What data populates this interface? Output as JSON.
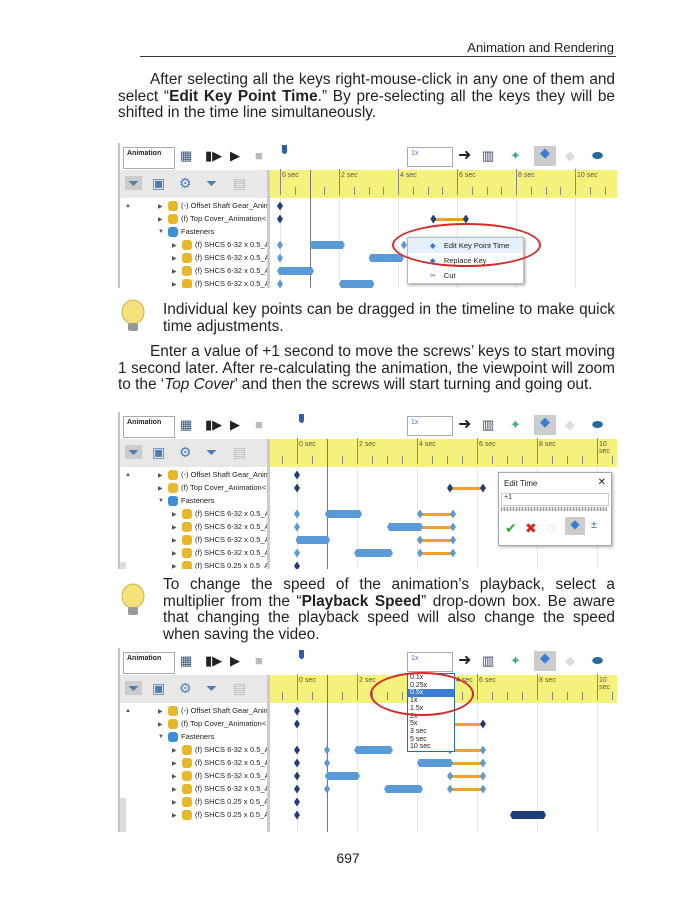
{
  "header": "Animation and Rendering",
  "para1": {
    "a": "After selecting all the keys right-mouse-click in any one of them and select “",
    "b": "Edit Key Point Time",
    "c": ".” By pre-selecting all the keys they will be shifted in the time line simultaneously."
  },
  "tip1": "Individual key points can be dragged in the timeline to make quick time adjustments.",
  "para2": {
    "a": "Enter a value of +1 second to move the screws’ keys to start moving 1 second later. After re-calculating the animation, the viewpoint will zoom to the ‘",
    "b": "Top Cover",
    "c": "’ and then the screws will start turning and going out."
  },
  "tip2": {
    "a": "To change the speed of the animation’s playback, select a multiplier from the “",
    "b": "Playback Speed",
    "c": "” drop-down box. Be aware that changing the playback speed will also change the speed when saving the video."
  },
  "page_number": "697",
  "colors": {
    "ruler": "#f4f27a",
    "key_dark": "#1f3f7a",
    "key_light": "#5a9ad6",
    "orange": "#f0a030",
    "red": "#d42a2a"
  },
  "panels": [
    {
      "mode": "Animation",
      "speed": "1x",
      "ruler": [
        "0 sec",
        "2 sec",
        "4 sec",
        "6 sec",
        "8 sec",
        "10 sec"
      ],
      "playhead": 1,
      "rows": [
        {
          "label": "(-) Offset Shaft Gear_Anima",
          "level": 1,
          "type": "part",
          "keys": [
            [
              0,
              "d"
            ]
          ],
          "blobs": [],
          "lines": []
        },
        {
          "label": "(f) Top Cover_Animation<1",
          "level": 1,
          "type": "part",
          "keys": [
            [
              0,
              "d"
            ],
            [
              5.2,
              "d"
            ],
            [
              6.3,
              "d"
            ]
          ],
          "blobs": [],
          "lines": [
            [
              5.2,
              6.3
            ]
          ]
        },
        {
          "label": "Fasteners",
          "level": 0,
          "type": "folder",
          "keys": [],
          "blobs": [],
          "lines": []
        },
        {
          "label": "(f) SHCS 6-32 x 0.5_Ani",
          "level": 2,
          "type": "part",
          "keys": [
            [
              0,
              "l"
            ],
            [
              4.2,
              "l"
            ],
            [
              5.25,
              "l"
            ]
          ],
          "blobs": [
            [
              1.0,
              2.2
            ]
          ],
          "lines": []
        },
        {
          "label": "(f) SHCS 6-32 x 0.5_Ani",
          "level": 2,
          "type": "part",
          "keys": [
            [
              0,
              "l"
            ]
          ],
          "blobs": [
            [
              3.0,
              4.2
            ]
          ],
          "lines": []
        },
        {
          "label": "(f) SHCS 6-32 x 0.5_Ani",
          "level": 2,
          "type": "part",
          "keys": [],
          "blobs": [
            [
              -0.1,
              1.15
            ]
          ],
          "lines": []
        },
        {
          "label": "(f) SHCS 6-32 x 0.5_Ani",
          "level": 2,
          "type": "part",
          "keys": [
            [
              0,
              "l"
            ]
          ],
          "blobs": [
            [
              2.0,
              3.2
            ]
          ],
          "lines": []
        }
      ],
      "context_menu": [
        "Edit Key Point Time",
        "Replace Key",
        "Cut"
      ]
    },
    {
      "mode": "Animation",
      "speed": "1x",
      "ruler": [
        "0 sec",
        "2 sec",
        "4 sec",
        "6 sec",
        "8 sec",
        "10 sec"
      ],
      "playhead": 1,
      "rows": [
        {
          "label": "(-) Offset Shaft Gear_Anima",
          "level": 1,
          "type": "part",
          "keys": [
            [
              0,
              "d"
            ]
          ],
          "blobs": [],
          "lines": []
        },
        {
          "label": "(f) Top Cover_Animation<1",
          "level": 1,
          "type": "part",
          "keys": [
            [
              0,
              "d"
            ],
            [
              5.1,
              "d"
            ],
            [
              6.2,
              "d"
            ]
          ],
          "blobs": [],
          "lines": [
            [
              5.1,
              6.2
            ]
          ]
        },
        {
          "label": "Fasteners",
          "level": 0,
          "type": "folder",
          "keys": [],
          "blobs": [],
          "lines": []
        },
        {
          "label": "(f) SHCS 6-32 x 0.5_Ani",
          "level": 2,
          "type": "part",
          "keys": [
            [
              0,
              "l"
            ],
            [
              4.1,
              "l"
            ],
            [
              5.2,
              "l"
            ]
          ],
          "blobs": [
            [
              0.93,
              2.17
            ]
          ],
          "lines": [
            [
              4.1,
              5.2
            ]
          ]
        },
        {
          "label": "(f) SHCS 6-32 x 0.5_Ani",
          "level": 2,
          "type": "part",
          "keys": [
            [
              0,
              "l"
            ],
            [
              4.1,
              "l"
            ],
            [
              5.2,
              "l"
            ]
          ],
          "blobs": [
            [
              3.0,
              4.2
            ]
          ],
          "lines": [
            [
              4.1,
              5.2
            ]
          ]
        },
        {
          "label": "(f) SHCS 6-32 x 0.5_Ani",
          "level": 2,
          "type": "part",
          "keys": [
            [
              4.1,
              "l"
            ],
            [
              5.2,
              "l"
            ]
          ],
          "blobs": [
            [
              -0.05,
              1.1
            ]
          ],
          "lines": [
            [
              4.1,
              5.2
            ]
          ]
        },
        {
          "label": "(f) SHCS 6-32 x 0.5_Ani",
          "level": 2,
          "type": "part",
          "keys": [
            [
              0,
              "l"
            ],
            [
              4.1,
              "l"
            ],
            [
              5.2,
              "l"
            ]
          ],
          "blobs": [
            [
              1.9,
              3.2
            ]
          ],
          "lines": [
            [
              4.1,
              5.2
            ]
          ]
        },
        {
          "label": "(f) SHCS 0.25 x 0.5_Ani",
          "level": 2,
          "type": "part",
          "keys": [
            [
              0,
              "d"
            ]
          ],
          "blobs": [],
          "lines": []
        }
      ],
      "edit_time": {
        "title": "Edit Time",
        "value": "+1"
      }
    },
    {
      "mode": "Animation",
      "speed": "1x",
      "ruler": [
        "0 sec",
        "2 sec",
        "4 sec",
        "6 sec",
        "8 sec",
        "10 sec"
      ],
      "playhead": 1,
      "rows": [
        {
          "label": "(-) Offset Shaft Gear_Anima",
          "level": 1,
          "type": "part",
          "keys": [
            [
              0,
              "d"
            ]
          ],
          "blobs": [],
          "lines": []
        },
        {
          "label": "(f) Top Cover_Animation<1",
          "level": 1,
          "type": "part",
          "keys": [
            [
              0,
              "d"
            ],
            [
              5.1,
              "d"
            ],
            [
              6.2,
              "d"
            ]
          ],
          "blobs": [],
          "lines": [
            [
              5.1,
              6.2
            ]
          ]
        },
        {
          "label": "Fasteners",
          "level": 0,
          "type": "folder",
          "keys": [],
          "blobs": [],
          "lines": []
        },
        {
          "label": "(f) SHCS 6-32 x 0.5_Ani",
          "level": 2,
          "type": "part",
          "keys": [
            [
              0,
              "d"
            ],
            [
              1,
              "l"
            ],
            [
              5.1,
              "l"
            ],
            [
              6.2,
              "l"
            ]
          ],
          "blobs": [
            [
              1.9,
              3.2
            ]
          ],
          "lines": [
            [
              5.1,
              6.2
            ]
          ]
        },
        {
          "label": "(f) SHCS 6-32 x 0.5_Ani",
          "level": 2,
          "type": "part",
          "keys": [
            [
              0,
              "d"
            ],
            [
              1,
              "l"
            ],
            [
              5.1,
              "l"
            ],
            [
              6.2,
              "l"
            ]
          ],
          "blobs": [
            [
              4.0,
              5.2
            ]
          ],
          "lines": [
            [
              5.1,
              6.2
            ]
          ]
        },
        {
          "label": "(f) SHCS 6-32 x 0.5_Ani",
          "level": 2,
          "type": "part",
          "keys": [
            [
              0,
              "d"
            ],
            [
              5.1,
              "l"
            ],
            [
              6.2,
              "l"
            ]
          ],
          "blobs": [
            [
              0.93,
              2.1
            ]
          ],
          "lines": [
            [
              5.1,
              6.2
            ]
          ]
        },
        {
          "label": "(f) SHCS 6-32 x 0.5_Ani",
          "level": 2,
          "type": "part",
          "keys": [
            [
              0,
              "d"
            ],
            [
              1,
              "l"
            ],
            [
              5.1,
              "l"
            ],
            [
              6.2,
              "l"
            ]
          ],
          "blobs": [
            [
              2.9,
              4.2
            ]
          ],
          "lines": [
            [
              5.1,
              6.2
            ]
          ]
        },
        {
          "label": "(f) SHCS 0.25 x 0.5_Ani",
          "level": 2,
          "type": "part",
          "keys": [
            [
              0,
              "d"
            ]
          ],
          "blobs": [],
          "lines": []
        },
        {
          "label": "(f) SHCS 0.25 x 0.5_Ani",
          "level": 2,
          "type": "part",
          "keys": [
            [
              0,
              "d"
            ]
          ],
          "blobs": [
            [
              7.1,
              8.3,
              "d"
            ]
          ],
          "lines": []
        }
      ],
      "speed_options": [
        "0.1x",
        "0.25x",
        "0.5x",
        "1x",
        "1.5x",
        "2x",
        "5x",
        "3 sec",
        "5 sec",
        "10 sec"
      ],
      "speed_selected": 2
    }
  ]
}
